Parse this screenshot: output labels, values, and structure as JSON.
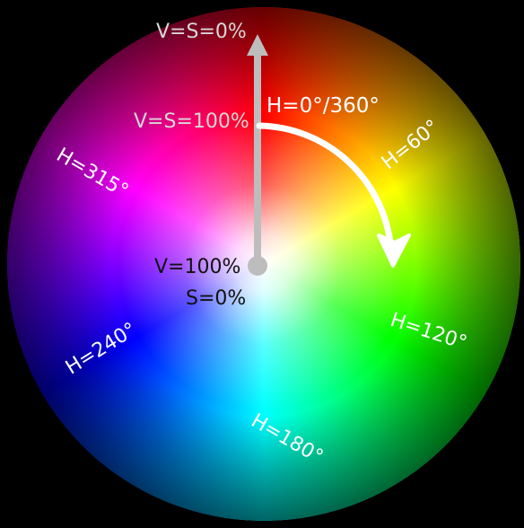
{
  "labels": {
    "top": "V=S=0%",
    "axis_start": "V=S=100%",
    "hue_start": "H=0°/360°",
    "h60": "H=60°",
    "h120": "H=120°",
    "h180": "H=180°",
    "h240": "H=240°",
    "h315": "H=315°",
    "center_v": "V=100%",
    "center_s": "S=0%"
  },
  "colors": {
    "background": "#000000",
    "axis": "#bdbdbd",
    "arrow": "#ffffff"
  }
}
